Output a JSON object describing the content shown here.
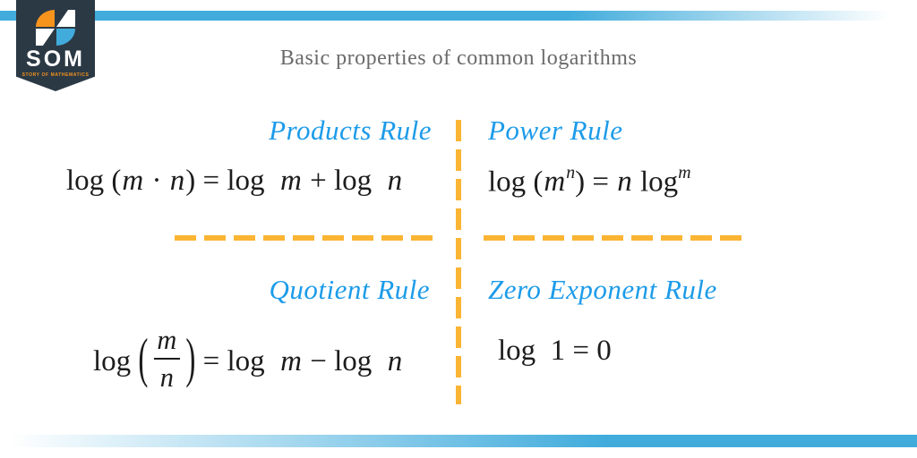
{
  "brand": {
    "name": "SOM",
    "tagline": "STORY OF MATHEMATICS"
  },
  "title": "Basic properties of common logarithms",
  "colors": {
    "accent_blue_bar": "#41ACDC",
    "dash_yellow": "#FBB433",
    "heading_blue": "#1C9BE9",
    "title_gray": "#6A6A6A",
    "formula_black": "#1C1C1C",
    "banner_navy": "#2B3945",
    "brand_orange": "#F7941E"
  },
  "sections": [
    {
      "id": "products",
      "heading": "Products Rule",
      "tokens": [
        {
          "t": "rm",
          "v": "log ("
        },
        {
          "t": "it",
          "v": "m"
        },
        {
          "t": "rm",
          "v": " · "
        },
        {
          "t": "it",
          "v": "n"
        },
        {
          "t": "rm",
          "v": ") = log  "
        },
        {
          "t": "it",
          "v": "m"
        },
        {
          "t": "rm",
          "v": " + log  "
        },
        {
          "t": "it",
          "v": "n"
        }
      ]
    },
    {
      "id": "power",
      "heading": "Power Rule",
      "tokens": [
        {
          "t": "rm",
          "v": "log ("
        },
        {
          "t": "it",
          "v": "m"
        },
        {
          "t": "sup",
          "v": "n"
        },
        {
          "t": "rm",
          "v": ") = "
        },
        {
          "t": "it",
          "v": "n"
        },
        {
          "t": "rm",
          "v": " log"
        },
        {
          "t": "sup",
          "v": "m"
        }
      ]
    },
    {
      "id": "quotient",
      "heading": "Quotient Rule",
      "tokens": [
        {
          "t": "rm",
          "v": "log "
        },
        {
          "t": "lp",
          "v": "("
        },
        {
          "t": "frac",
          "num": "m",
          "den": "n"
        },
        {
          "t": "rp",
          "v": ")"
        },
        {
          "t": "rm",
          "v": " = log  "
        },
        {
          "t": "it",
          "v": "m"
        },
        {
          "t": "rm",
          "v": " − log  "
        },
        {
          "t": "it",
          "v": "n"
        }
      ]
    },
    {
      "id": "zero",
      "heading": "Zero Exponent Rule",
      "tokens": [
        {
          "t": "rm",
          "v": "log  1 = 0"
        }
      ]
    }
  ]
}
